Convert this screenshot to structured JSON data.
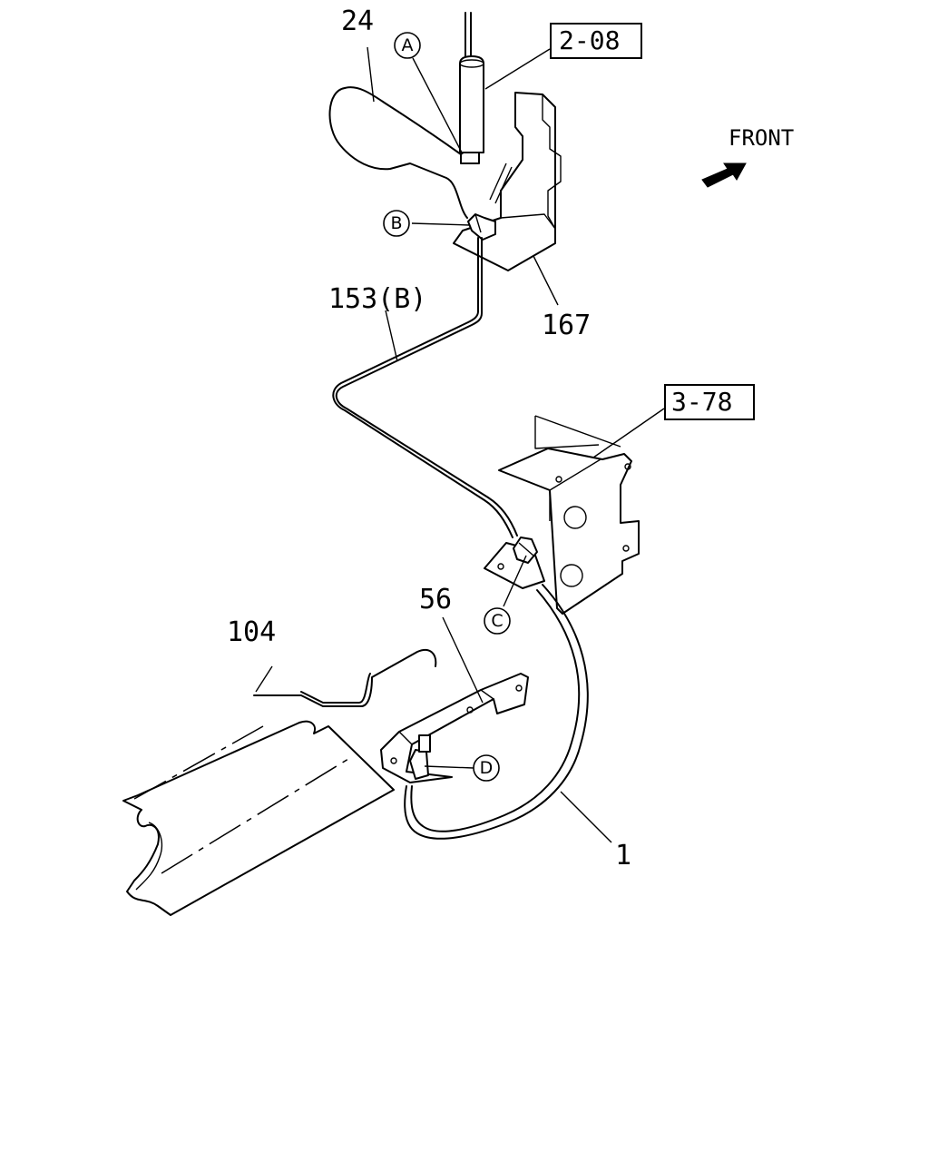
{
  "labels": {
    "part_24": "24",
    "part_153b": "153(B)",
    "part_167": "167",
    "part_56": "56",
    "part_104": "104",
    "part_1": "1"
  },
  "references": {
    "ref_2_08": "2-08",
    "ref_3_78": "3-78"
  },
  "callouts": {
    "a": "A",
    "b": "B",
    "c": "C",
    "d": "D"
  },
  "front_indicator": {
    "label": "FRONT",
    "icon": "front-arrow-icon"
  }
}
